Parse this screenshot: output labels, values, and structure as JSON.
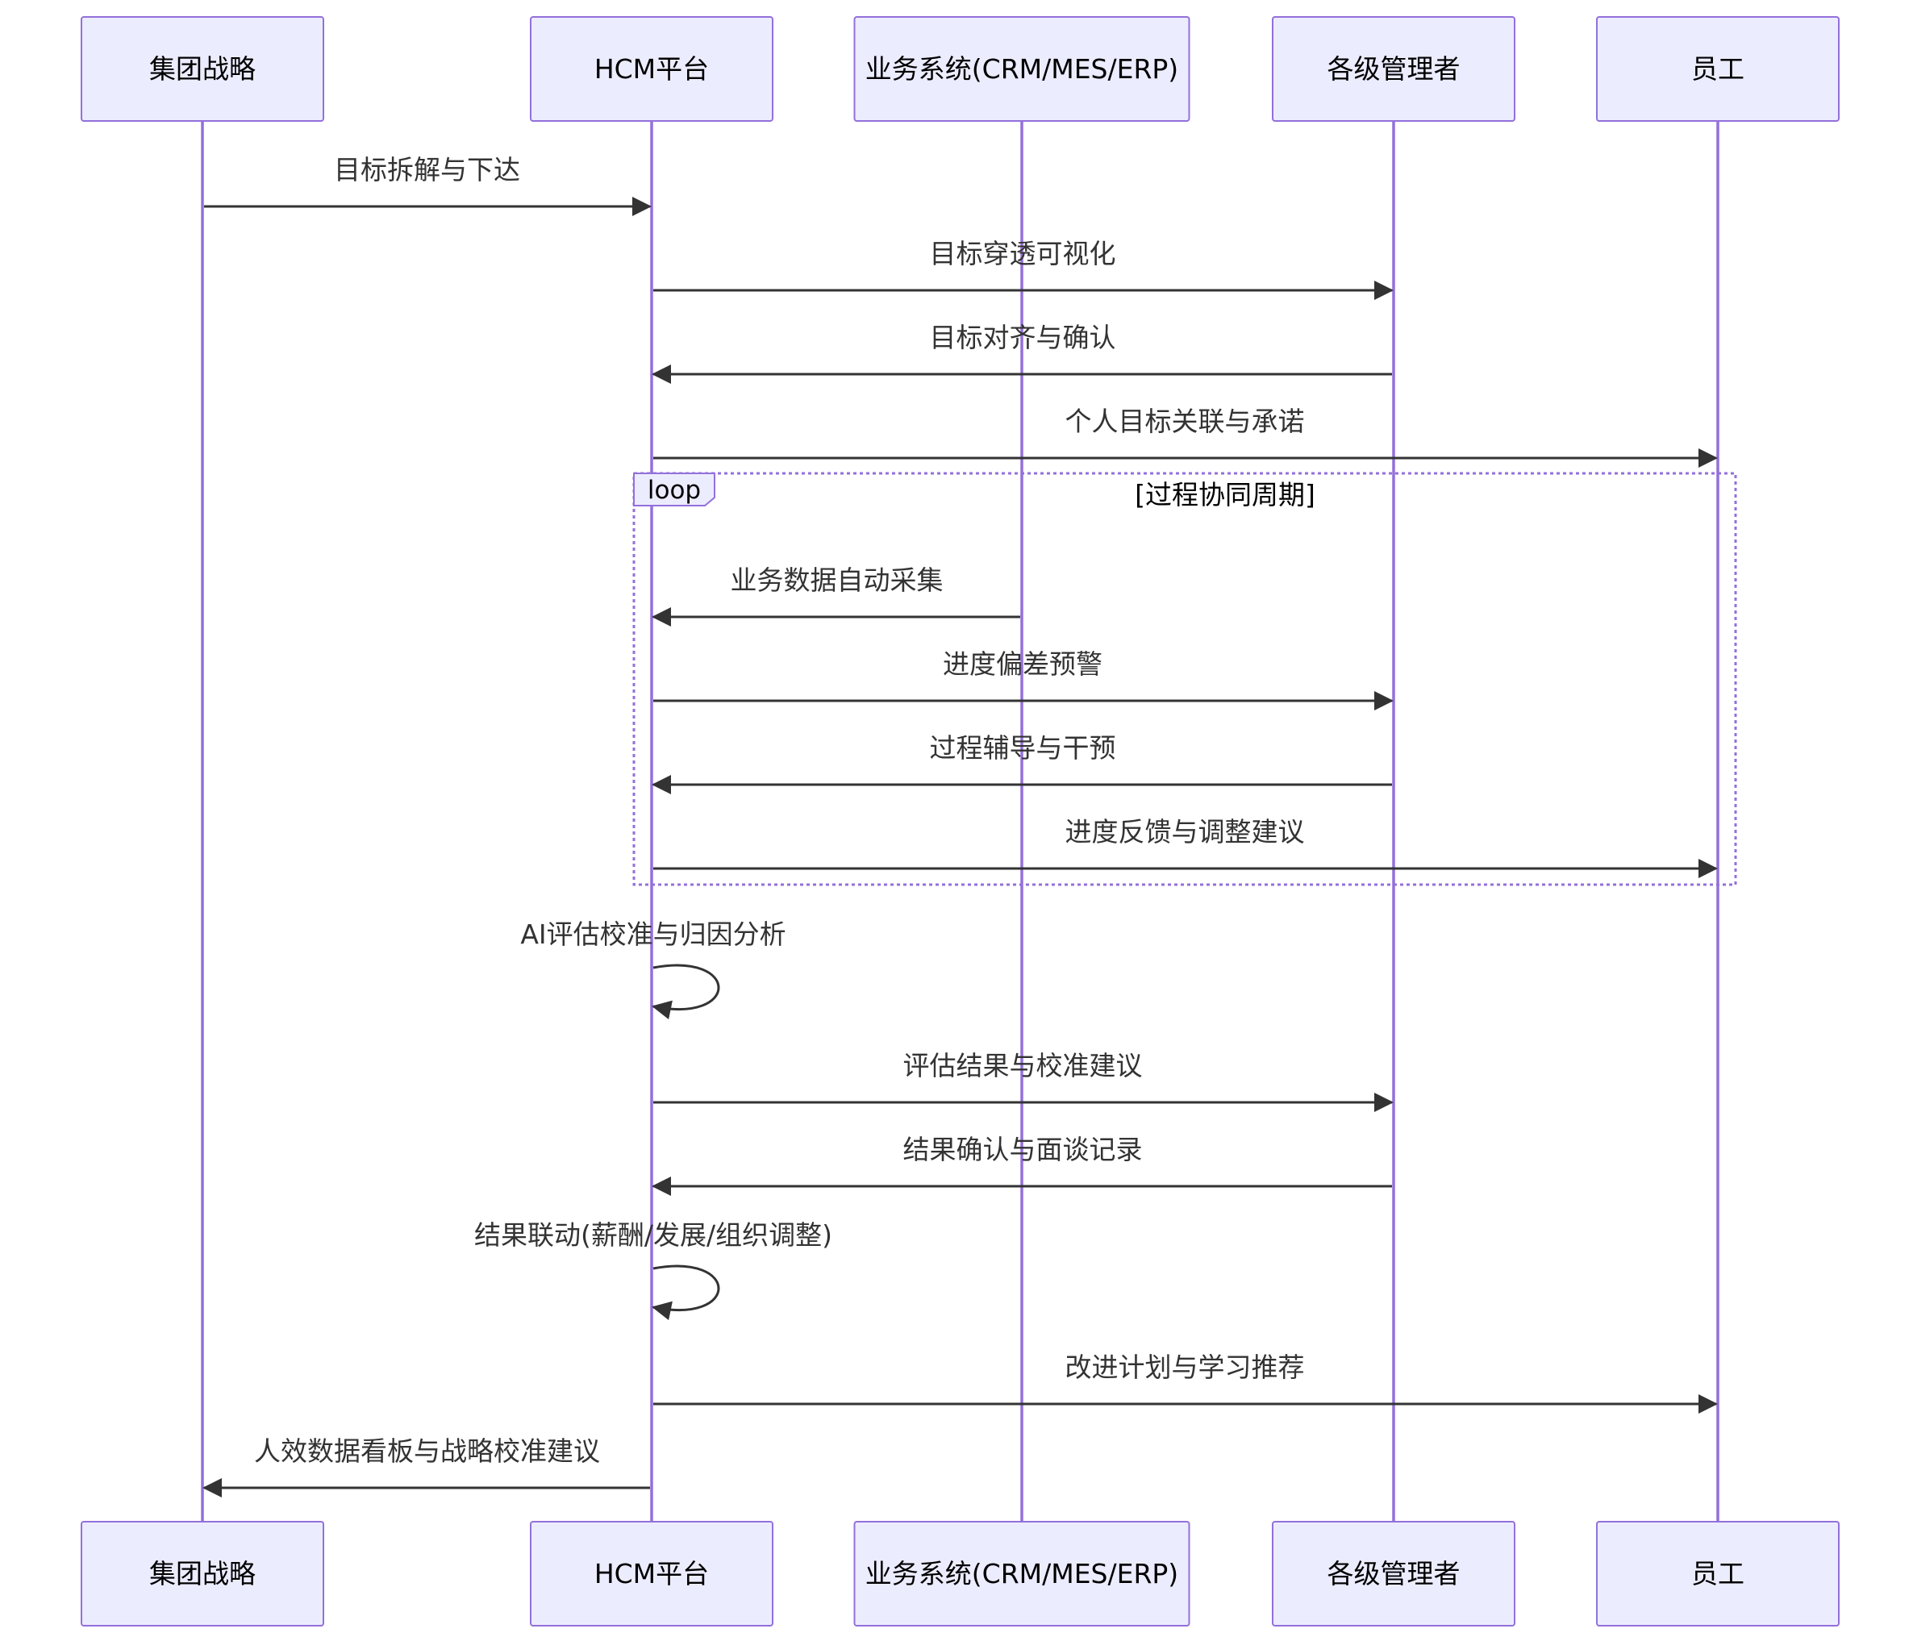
{
  "diagram": {
    "type": "sequence",
    "participants": [
      {
        "id": "strategy",
        "label": "集团战略"
      },
      {
        "id": "hcm",
        "label": "HCM平台"
      },
      {
        "id": "biz",
        "label": "业务系统(CRM/MES/ERP)"
      },
      {
        "id": "mgr",
        "label": "各级管理者"
      },
      {
        "id": "emp",
        "label": "员工"
      }
    ],
    "messages": [
      {
        "from": "strategy",
        "to": "hcm",
        "text": "目标拆解与下达"
      },
      {
        "from": "hcm",
        "to": "mgr",
        "text": "目标穿透可视化"
      },
      {
        "from": "mgr",
        "to": "hcm",
        "text": "目标对齐与确认"
      },
      {
        "from": "hcm",
        "to": "emp",
        "text": "个人目标关联与承诺"
      },
      {
        "from": "biz",
        "to": "hcm",
        "text": "业务数据自动采集"
      },
      {
        "from": "hcm",
        "to": "mgr",
        "text": "进度偏差预警"
      },
      {
        "from": "mgr",
        "to": "hcm",
        "text": "过程辅导与干预"
      },
      {
        "from": "hcm",
        "to": "emp",
        "text": "进度反馈与调整建议"
      },
      {
        "from": "hcm",
        "to": "hcm",
        "text": "AI评估校准与归因分析"
      },
      {
        "from": "hcm",
        "to": "mgr",
        "text": "评估结果与校准建议"
      },
      {
        "from": "mgr",
        "to": "hcm",
        "text": "结果确认与面谈记录"
      },
      {
        "from": "hcm",
        "to": "hcm",
        "text": "结果联动(薪酬/发展/组织调整)"
      },
      {
        "from": "hcm",
        "to": "emp",
        "text": "改进计划与学习推荐"
      },
      {
        "from": "hcm",
        "to": "strategy",
        "text": "人效数据看板与战略校准建议"
      }
    ],
    "loop": {
      "label": "loop",
      "condition": "[过程协同周期]",
      "first_message": 4,
      "last_message": 7
    }
  }
}
